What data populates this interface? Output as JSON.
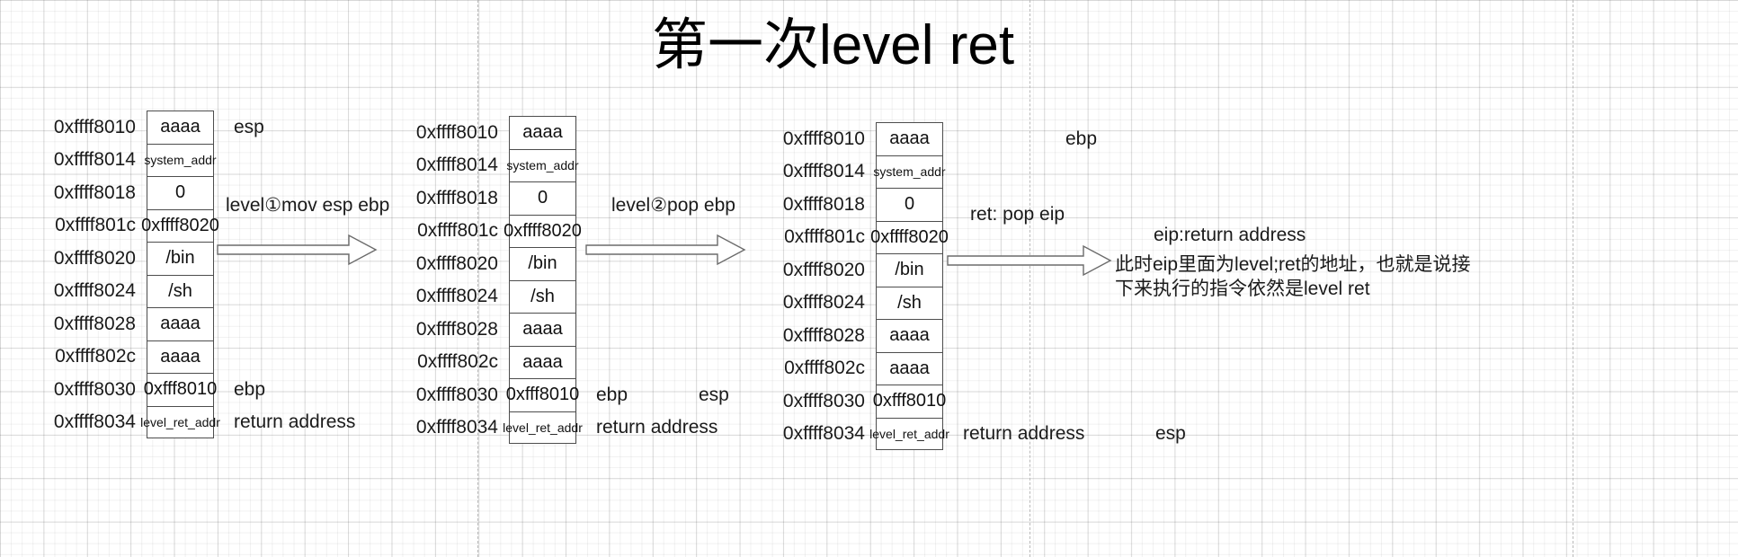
{
  "title": "第一次level ret",
  "colors": {
    "grid_minor": "#e8e8e8",
    "grid_major": "#d6d6d6",
    "cell_border": "#4d4d4d",
    "selection": "#29ABE2",
    "handle": "#9BE89B",
    "text": "#1a1a1a"
  },
  "addresses": [
    "0xffff8010",
    "0xffff8014",
    "0xffff8018",
    "0xffff801c",
    "0xffff8020",
    "0xffff8024",
    "0xffff8028",
    "0xffff802c",
    "0xffff8030",
    "0xffff8034"
  ],
  "stacks": [
    {
      "id": "stack-1",
      "cells": [
        "aaaa",
        "system_addr",
        "0",
        "0xffff8020",
        "/bin",
        "/sh",
        "aaaa",
        "aaaa",
        "0xfff8010",
        "level_ret_addr"
      ],
      "annotations": {
        "row0": "esp",
        "row8": "ebp",
        "row9": "return address"
      },
      "selected_row": 2
    },
    {
      "id": "stack-2",
      "cells": [
        "aaaa",
        "system_addr",
        "0",
        "0xffff8020",
        "/bin",
        "/sh",
        "aaaa",
        "aaaa",
        "0xfff8010",
        "level_ret_addr"
      ],
      "annotations": {
        "row8": "ebp",
        "row8b": "esp",
        "row9": "return address"
      },
      "selected_row": -1
    },
    {
      "id": "stack-3",
      "cells": [
        "aaaa",
        "system_addr",
        "0",
        "0xffff8020",
        "/bin",
        "/sh",
        "aaaa",
        "aaaa",
        "0xfff8010",
        "level_ret_addr"
      ],
      "annotations": {
        "row0": "ebp",
        "row9": "return address",
        "row9b": "esp"
      },
      "selected_row": -1
    }
  ],
  "transitions": [
    {
      "id": "transition-1",
      "label": "level①mov esp ebp"
    },
    {
      "id": "transition-2",
      "label": "level②pop ebp"
    },
    {
      "id": "transition-3",
      "label": "ret: pop eip"
    }
  ],
  "notes": {
    "eip_label": "eip:return address",
    "explanation": "此时eip里面为level;ret的地址，也就是说接下来执行的指令依然是level ret"
  }
}
